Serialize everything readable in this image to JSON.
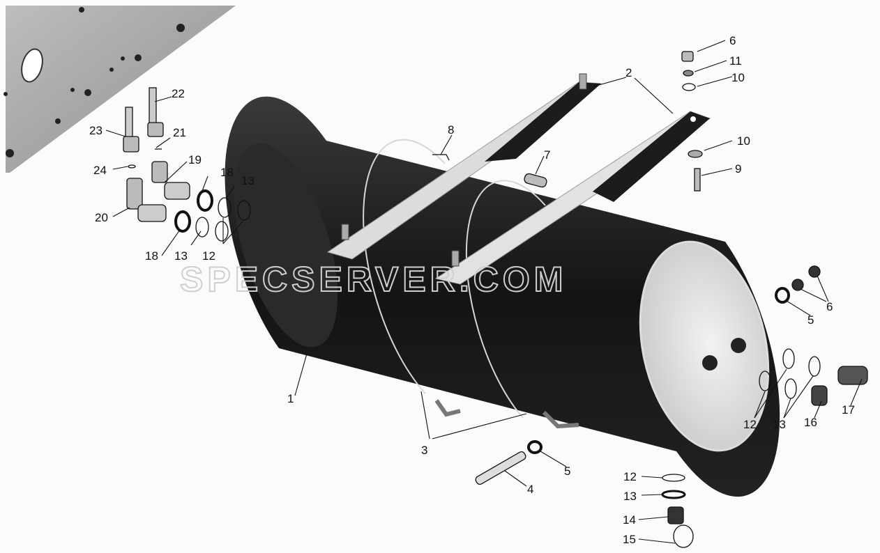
{
  "watermark": "SPECSERVER.COM",
  "callouts": [
    {
      "id": "c1",
      "text": "1"
    },
    {
      "id": "c2",
      "text": "2"
    },
    {
      "id": "c3",
      "text": "3"
    },
    {
      "id": "c4",
      "text": "4"
    },
    {
      "id": "c5a",
      "text": "5"
    },
    {
      "id": "c5b",
      "text": "5"
    },
    {
      "id": "c6a",
      "text": "6"
    },
    {
      "id": "c6b",
      "text": "6"
    },
    {
      "id": "c7",
      "text": "7"
    },
    {
      "id": "c8",
      "text": "8"
    },
    {
      "id": "c9",
      "text": "9"
    },
    {
      "id": "c10a",
      "text": "10"
    },
    {
      "id": "c10b",
      "text": "10"
    },
    {
      "id": "c11",
      "text": "11"
    },
    {
      "id": "c12a",
      "text": "12"
    },
    {
      "id": "c12b",
      "text": "12"
    },
    {
      "id": "c12c",
      "text": "12"
    },
    {
      "id": "c13a",
      "text": "13"
    },
    {
      "id": "c13b",
      "text": "13"
    },
    {
      "id": "c13c",
      "text": "13"
    },
    {
      "id": "c13d",
      "text": "13"
    },
    {
      "id": "c14",
      "text": "14"
    },
    {
      "id": "c15",
      "text": "15"
    },
    {
      "id": "c16",
      "text": "16"
    },
    {
      "id": "c17",
      "text": "17"
    },
    {
      "id": "c18a",
      "text": "18"
    },
    {
      "id": "c18b",
      "text": "18"
    },
    {
      "id": "c19",
      "text": "19"
    },
    {
      "id": "c20",
      "text": "20"
    },
    {
      "id": "c21",
      "text": "21"
    },
    {
      "id": "c22",
      "text": "22"
    },
    {
      "id": "c23",
      "text": "23"
    },
    {
      "id": "c24",
      "text": "24"
    }
  ]
}
